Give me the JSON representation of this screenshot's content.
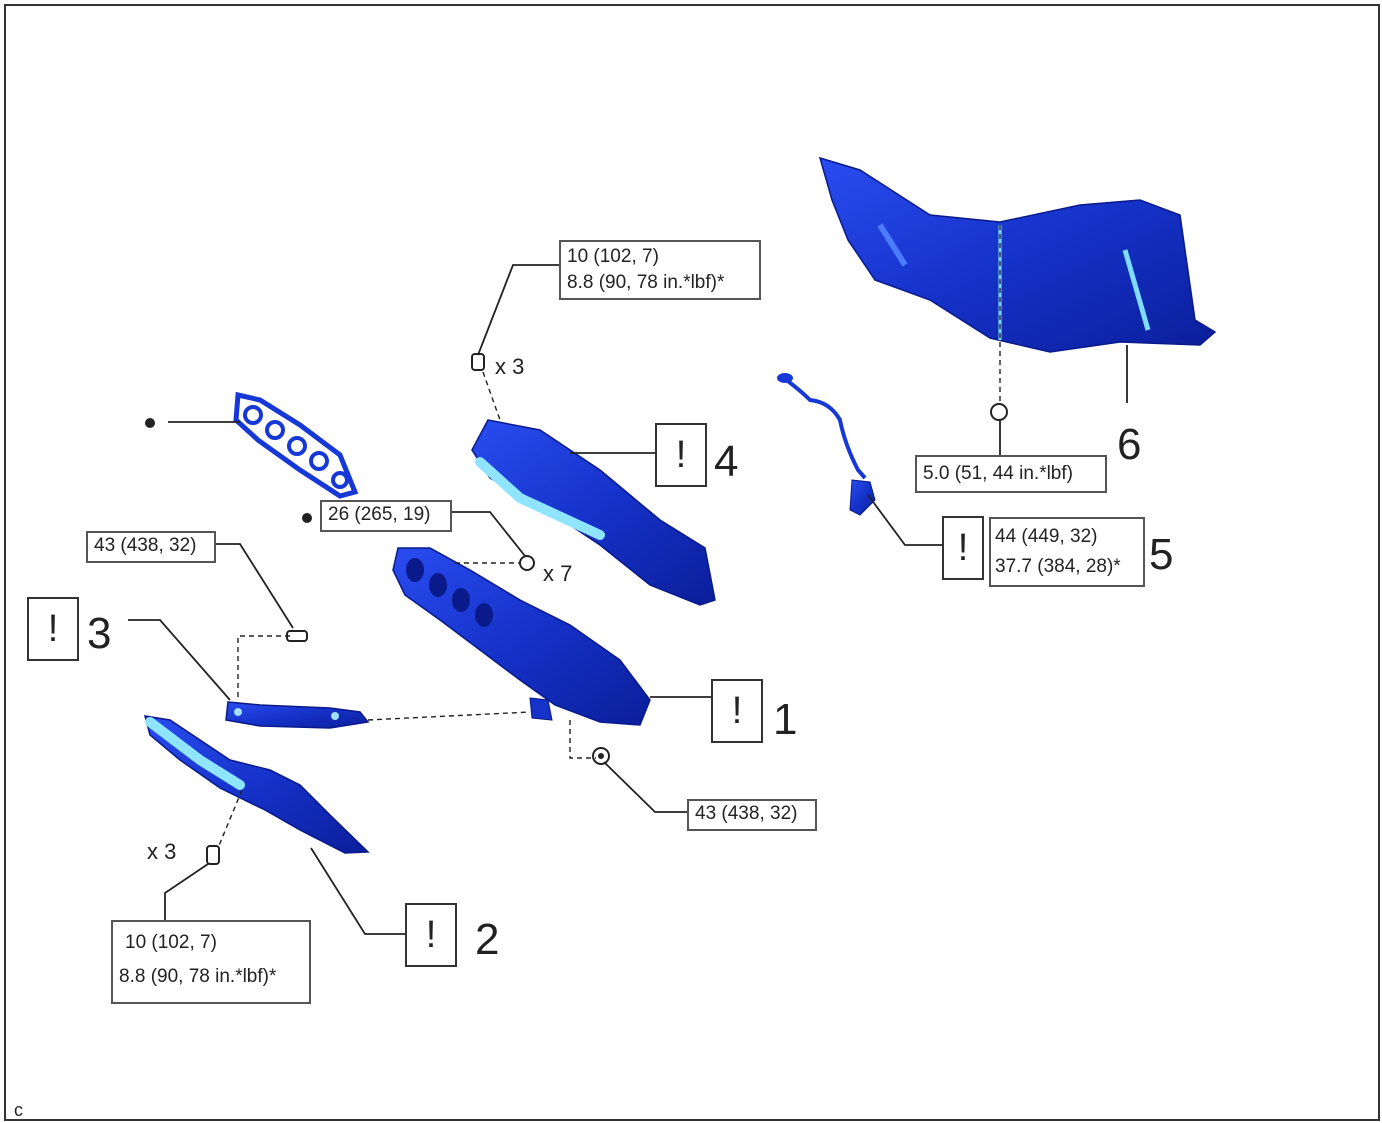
{
  "colors": {
    "part_blue": "#1638d6",
    "part_highlight": "#6fd2ff",
    "line": "#222222"
  },
  "torque_specs": {
    "spec_top": {
      "line1": "10 (102, 7)",
      "line2": "8.8 (90, 78 in.*lbf)*"
    },
    "spec_26": "26 (265, 19)",
    "spec_43_left": "43 (438, 32)",
    "spec_43_bottom": "43 (438, 32)",
    "spec_bottom_left": {
      "line1": "10 (102, 7)",
      "line2": "8.8 (90, 78 in.*lbf)*"
    },
    "spec_5": "5.0 (51, 44 in.*lbf)",
    "spec_sensor": {
      "line1": "44 (449, 32)",
      "line2": "37.7 (384, 28)*"
    }
  },
  "quantities": {
    "q_top": "x 3",
    "q_mid": "x 7",
    "q_bottom": "x 3"
  },
  "warning_symbol": "!",
  "callouts": {
    "n1": "1",
    "n2": "2",
    "n3": "3",
    "n4": "4",
    "n5": "5",
    "n6": "6"
  },
  "corner_code": "c",
  "icons": [
    "bolt-icon",
    "nut-icon",
    "warning-icon",
    "dot-marker"
  ]
}
